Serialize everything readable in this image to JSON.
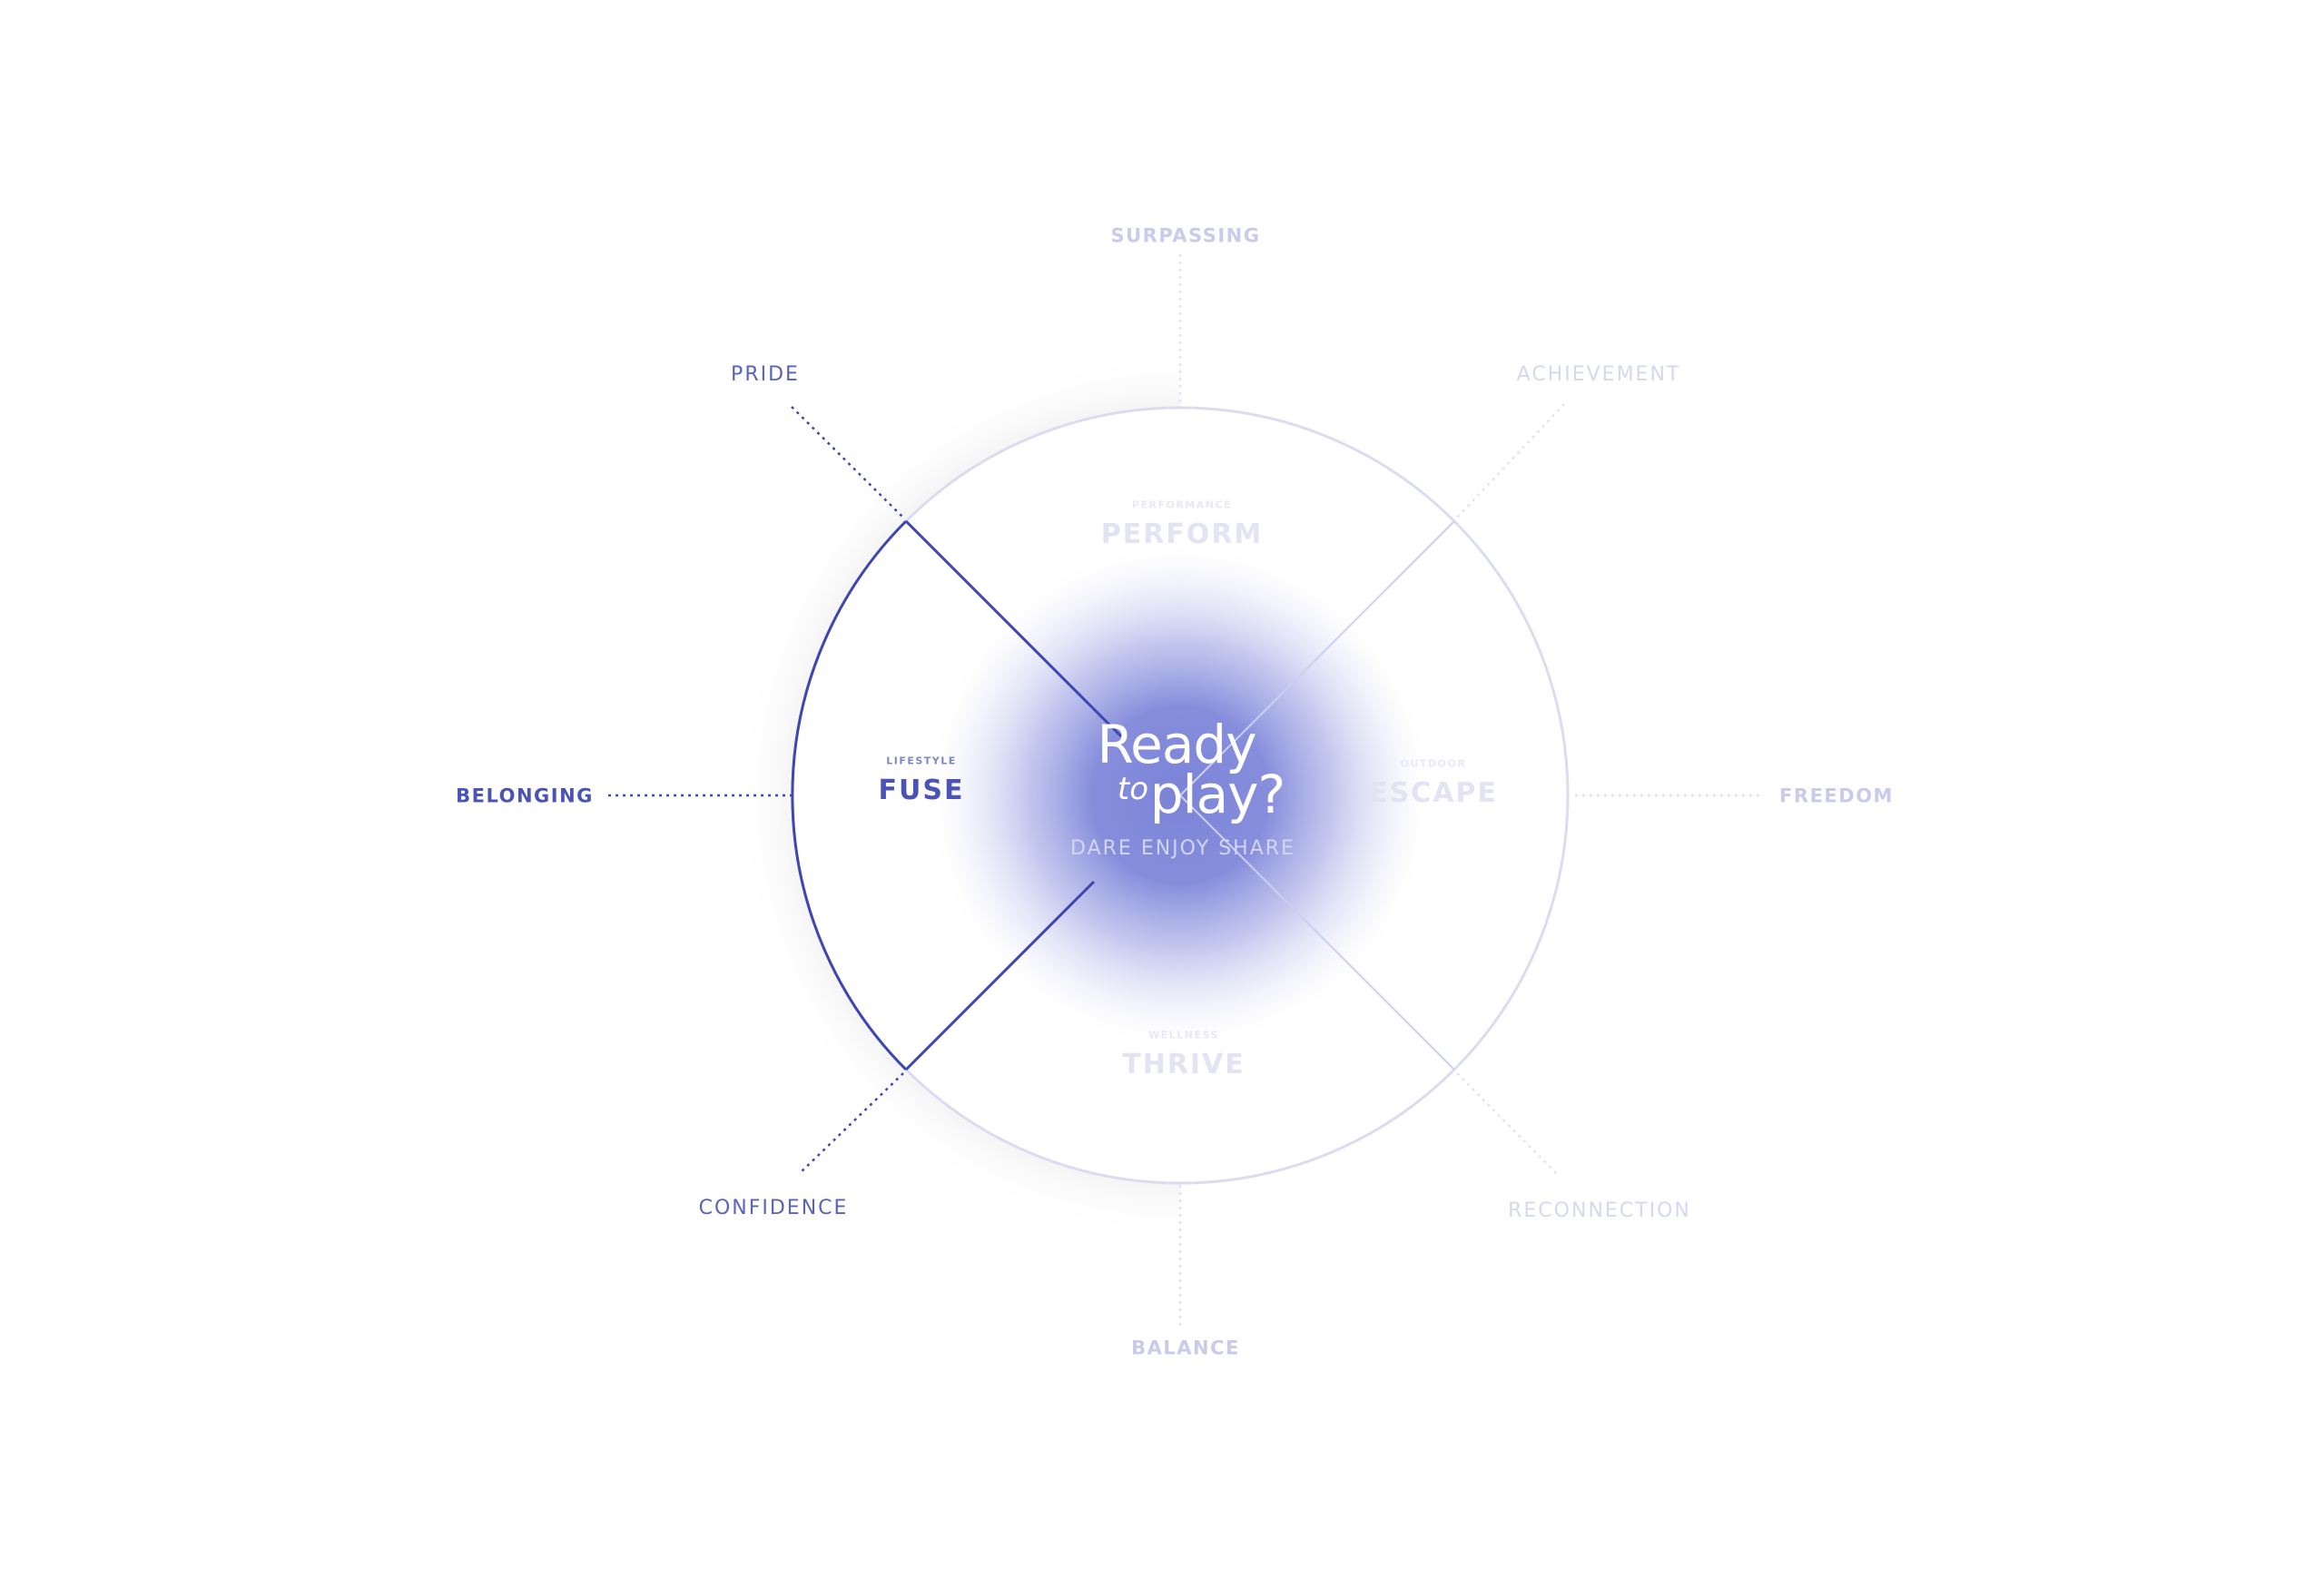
{
  "colors": {
    "accent": "#3d46b1",
    "glow": "#7b83d8",
    "faint": "#d6d7f0",
    "background": "#ffffff"
  },
  "center": {
    "line1": "Ready",
    "to": "to",
    "line2": "play?",
    "tagline": "DARE ENJOY SHARE"
  },
  "segments": {
    "top": {
      "sub": "PERFORMANCE",
      "main": "PERFORM"
    },
    "left": {
      "sub": "LIFESTYLE",
      "main": "FUSE"
    },
    "right": {
      "sub": "OUTDOOR",
      "main": "ESCAPE"
    },
    "bottom": {
      "sub": "WELLNESS",
      "main": "THRIVE"
    }
  },
  "outer_labels": {
    "surpassing": "SURPASSING",
    "achievement": "ACHIEVEMENT",
    "pride": "PRIDE",
    "belonging": "BELONGING",
    "freedom": "FREEDOM",
    "confidence": "CONFIDENCE",
    "reconnection": "RECONNECTION",
    "balance": "BALANCE"
  },
  "active_segment": "left"
}
